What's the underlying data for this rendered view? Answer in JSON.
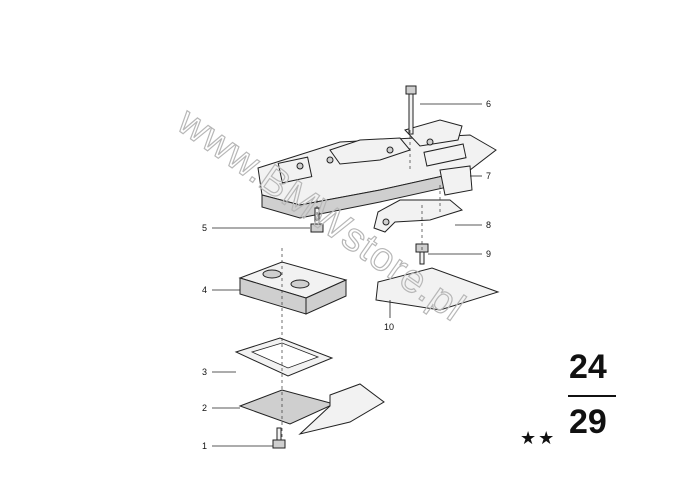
{
  "watermark": "www.BMWstore.pl",
  "callouts": [
    "1",
    "2",
    "3",
    "4",
    "5",
    "6",
    "7",
    "8",
    "9",
    "10"
  ],
  "group": {
    "top": "24",
    "bottom": "29",
    "stars": "★★"
  }
}
